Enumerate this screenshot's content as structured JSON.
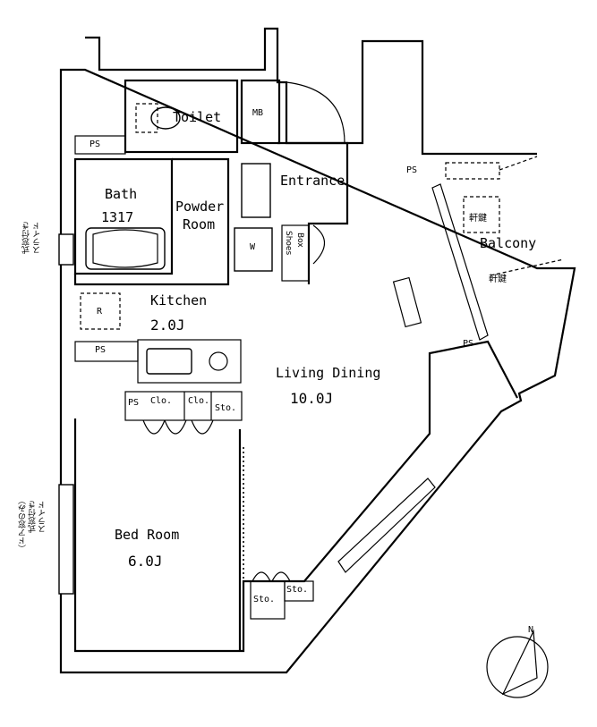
{
  "rooms": {
    "toilet": "Toilet",
    "mb": "MB",
    "entrance": "Entrance",
    "bath": "Bath",
    "bath_size": "1317",
    "powder_room": [
      "Powder",
      "Room"
    ],
    "washer": "W",
    "shoes_box": [
      "Shoes",
      "Box"
    ],
    "kitchen": "Kitchen",
    "kitchen_area": "2.0J",
    "fridge": "R",
    "living_dining": "Living Dining",
    "living_dining_area": "10.0J",
    "balcony": "Balcony",
    "bedroom": "Bed Room",
    "bedroom_area": "6.0J"
  },
  "storage": {
    "ps": "PS",
    "clo": "Clo.",
    "sto": "Sto."
  },
  "balcony_notes": {
    "upper": "軒鍵",
    "lower": "軒鍵"
  },
  "side_notes": {
    "upper": [
      "スライド",
      "式窓付き"
    ],
    "lower": [
      "スライド",
      "式窓付き",
      "（ドア窓のみ）"
    ]
  },
  "compass": {
    "north": "N"
  }
}
